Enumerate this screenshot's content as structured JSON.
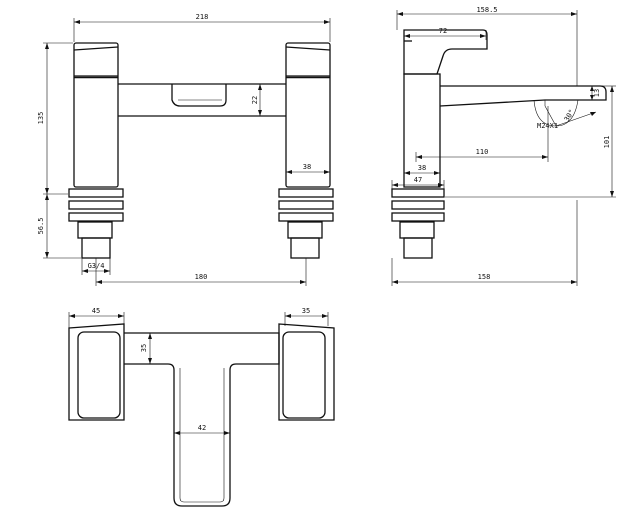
{
  "colors": {
    "line": "#111111",
    "background": "#ffffff"
  },
  "front_view": {
    "overall_width": "218",
    "height": "135",
    "bridge_height": "22",
    "body_width": "38",
    "base_height": "56.5",
    "thread": "G3/4",
    "centres": "180"
  },
  "side_view": {
    "overall_width": "158.5",
    "lever_length": "72",
    "spout_height": "13",
    "angle": "30°",
    "thread_dia": "M24X1",
    "spout_reach": "110",
    "height": "101",
    "body_width": "38",
    "base_width": "47",
    "base_length": "158"
  },
  "top_view": {
    "handle_width": "45",
    "body_width": "35",
    "bridge_depth": "35",
    "spout_width": "42"
  }
}
